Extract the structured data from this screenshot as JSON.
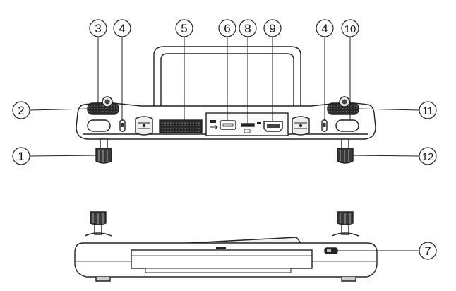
{
  "callouts": {
    "c1": "1",
    "c2": "2",
    "c3": "3",
    "c4a": "4",
    "c5": "5",
    "c6": "6",
    "c7": "7",
    "c8": "8",
    "c9": "9",
    "c4b": "4",
    "c10": "10",
    "c11": "11",
    "c12": "12"
  },
  "colors": {
    "line": "#222222",
    "fill_light": "#f4f4f4",
    "fill_mid": "#d9d9d9",
    "fill_dark": "#3a3a3a",
    "grille": "#1e1e1e"
  }
}
